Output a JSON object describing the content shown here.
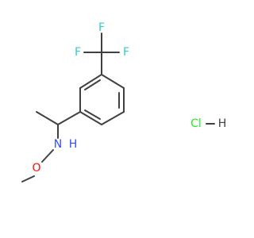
{
  "molecule": {
    "colors": {
      "bond": "#404040",
      "fluorine": "#33cccc",
      "nitrogen": "#3050f8",
      "oxygen": "#ff0d0d",
      "chlorine": "#1ff01f",
      "hydrogen": "#404040"
    },
    "labels": {
      "f_top": "F",
      "f_left": "F",
      "f_right": "F",
      "n": "N",
      "nh_h": "H",
      "o": "O",
      "cl": "Cl",
      "hcl_h": "H"
    }
  }
}
